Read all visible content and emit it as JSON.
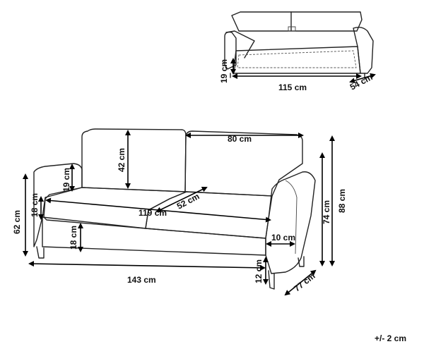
{
  "storage_view": {
    "height_label": "19 cm",
    "length_label": "115 cm",
    "depth_label": "54 cm"
  },
  "main_view": {
    "backrest_width_label": "80 cm",
    "backrest_height_label": "42 cm",
    "arm_above_seat_label": "19 cm",
    "seat_to_top_label": "18 cm",
    "seat_width_label": "119 cm",
    "seat_depth_label": "52 cm",
    "base_height_label": "18 cm",
    "arm_width_label": "10 cm",
    "seat_height_label": "62 cm",
    "total_width_label": "143 cm",
    "leg_height_label": "12 cm",
    "depth_label": "77 cm",
    "arm_height_label": "74 cm",
    "total_height_label": "88 cm"
  },
  "tolerance": "+/- 2 cm"
}
